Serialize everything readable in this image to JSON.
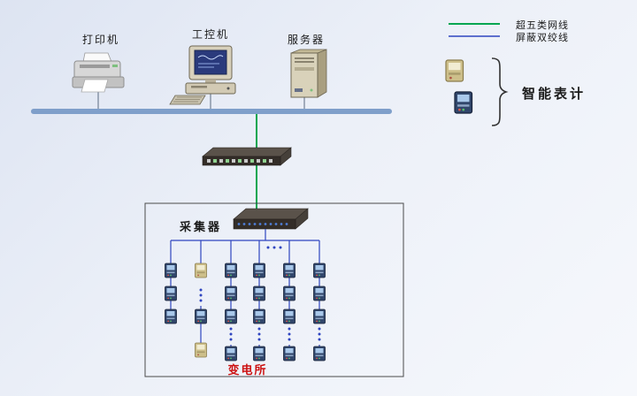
{
  "legend": {
    "items": [
      {
        "label": "超五类网线",
        "color": "#00a651"
      },
      {
        "label": "屏蔽双绞线",
        "color": "#2f45c0"
      }
    ]
  },
  "labels": {
    "printer": "打印机",
    "industrial_pc": "工控机",
    "server": "服务器",
    "smart_meters": "智能表计",
    "collector": "采集器",
    "substation": "变电所"
  },
  "colors": {
    "bus_line": "#7f9fca",
    "substation_label": "#cc1111"
  },
  "icons": {
    "printer": "printer-icon",
    "industrial_pc": "industrial-pc-icon",
    "server": "server-icon",
    "switch": "ethernet-switch-icon",
    "collector": "collector-icon",
    "meter_blue": "meter-icon",
    "meter_yellow": "meter-yellow-icon",
    "smart_meter_samples": "smart-meter-sample-icons"
  }
}
